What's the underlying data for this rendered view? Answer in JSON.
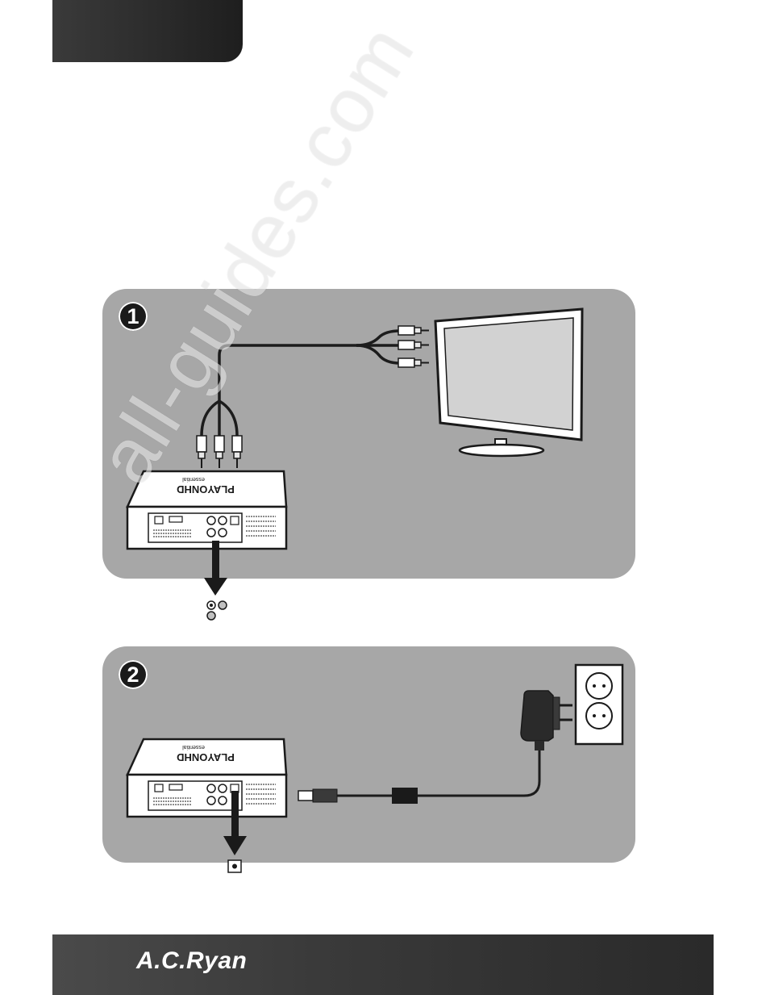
{
  "steps": [
    {
      "number": "1"
    },
    {
      "number": "2"
    }
  ],
  "device": {
    "brand_text": "PLAYONHD",
    "sub_text": "essential"
  },
  "watermark": {
    "text": "all-guides.com"
  },
  "footer": {
    "brand": "A.C.Ryan"
  },
  "colors": {
    "panel": "#a7a7a7",
    "dark": "#1a1a1a",
    "tv_screen": "#d2d2d2",
    "cable": "#1c1c1c"
  },
  "icons": [
    "tv-icon",
    "rca-cable-icon",
    "media-player-icon",
    "arrow-down-icon",
    "power-adapter-icon",
    "wall-socket-icon",
    "dc-jack-icon",
    "av-port-icon"
  ]
}
